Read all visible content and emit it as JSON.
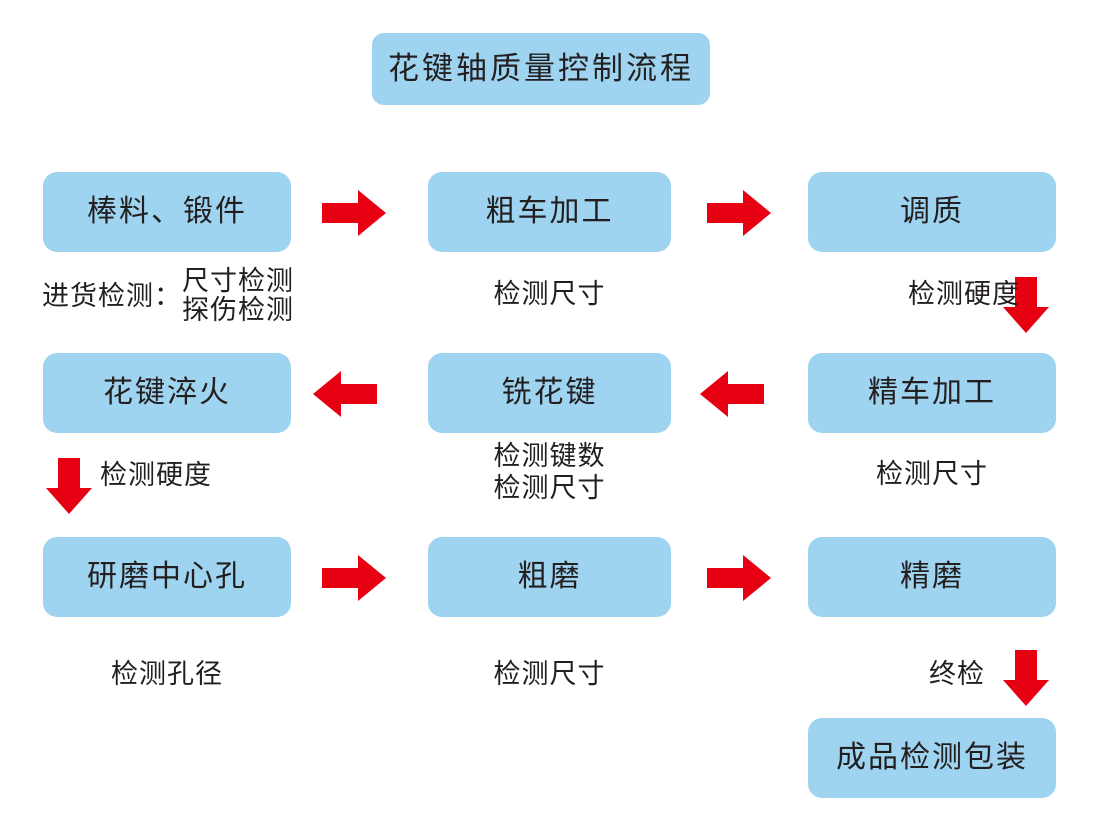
{
  "title": {
    "text": "花键轴质量控制流程"
  },
  "colors": {
    "box_fill": "#9fd4f0",
    "arrow_red": "#e60012",
    "text": "#231f20",
    "background": "#ffffff"
  },
  "rows": [
    {
      "row": 1,
      "boxes": [
        {
          "id": "raw-material",
          "label": "棒料、锻件"
        },
        {
          "id": "rough-turning",
          "label": "粗车加工"
        },
        {
          "id": "quenching-tempering",
          "label": "调质"
        }
      ],
      "captions": [
        {
          "id": "incoming-inspection",
          "lead": "进货检测：",
          "lines": [
            "尺寸检测",
            "探伤检测"
          ]
        },
        {
          "id": "rough-turning-check",
          "lines": [
            "检测尺寸"
          ]
        },
        {
          "id": "hardness-check-1",
          "lines": [
            "检测硬度"
          ]
        }
      ]
    },
    {
      "row": 2,
      "boxes": [
        {
          "id": "spline-quenching",
          "label": "花键淬火"
        },
        {
          "id": "spline-milling",
          "label": "铣花键"
        },
        {
          "id": "finish-turning",
          "label": "精车加工"
        }
      ],
      "captions": [
        {
          "id": "hardness-check-2",
          "lines": [
            "检测硬度"
          ]
        },
        {
          "id": "milling-check",
          "lines": [
            "检测键数",
            "检测尺寸"
          ]
        },
        {
          "id": "finish-turning-check",
          "lines": [
            "检测尺寸"
          ]
        }
      ]
    },
    {
      "row": 3,
      "boxes": [
        {
          "id": "center-hole-grinding",
          "label": "研磨中心孔"
        },
        {
          "id": "rough-grinding",
          "label": "粗磨"
        },
        {
          "id": "finish-grinding",
          "label": "精磨"
        }
      ],
      "captions": [
        {
          "id": "hole-diameter-check",
          "lines": [
            "检测孔径"
          ]
        },
        {
          "id": "rough-grinding-check",
          "lines": [
            "检测尺寸"
          ]
        },
        {
          "id": "final-inspection",
          "lines": [
            "终检"
          ]
        }
      ]
    },
    {
      "row": 4,
      "boxes": [
        {
          "id": "final-packaging",
          "label": "成品检测包装"
        }
      ],
      "captions": []
    }
  ],
  "arrows": [
    {
      "id": "arrow-r1-1",
      "direction": "right"
    },
    {
      "id": "arrow-r1-2",
      "direction": "right"
    },
    {
      "id": "arrow-r1-down",
      "direction": "down"
    },
    {
      "id": "arrow-r2-1",
      "direction": "left"
    },
    {
      "id": "arrow-r2-2",
      "direction": "left"
    },
    {
      "id": "arrow-r2-down",
      "direction": "down"
    },
    {
      "id": "arrow-r3-1",
      "direction": "right"
    },
    {
      "id": "arrow-r3-2",
      "direction": "right"
    },
    {
      "id": "arrow-r3-down",
      "direction": "down"
    }
  ],
  "flow_data": {
    "type": "flowchart",
    "title": "花键轴质量控制流程",
    "steps": [
      {
        "step": 1,
        "name": "棒料、锻件",
        "inspection": "进货检测：尺寸检测 / 探伤检测"
      },
      {
        "step": 2,
        "name": "粗车加工",
        "inspection": "检测尺寸"
      },
      {
        "step": 3,
        "name": "调质",
        "inspection": "检测硬度"
      },
      {
        "step": 4,
        "name": "精车加工",
        "inspection": "检测尺寸"
      },
      {
        "step": 5,
        "name": "铣花键",
        "inspection": "检测键数 / 检测尺寸"
      },
      {
        "step": 6,
        "name": "花键淬火",
        "inspection": "检测硬度"
      },
      {
        "step": 7,
        "name": "研磨中心孔",
        "inspection": "检测孔径"
      },
      {
        "step": 8,
        "name": "粗磨",
        "inspection": "检测尺寸"
      },
      {
        "step": 9,
        "name": "精磨",
        "inspection": "终检"
      },
      {
        "step": 10,
        "name": "成品检测包装",
        "inspection": ""
      }
    ]
  }
}
